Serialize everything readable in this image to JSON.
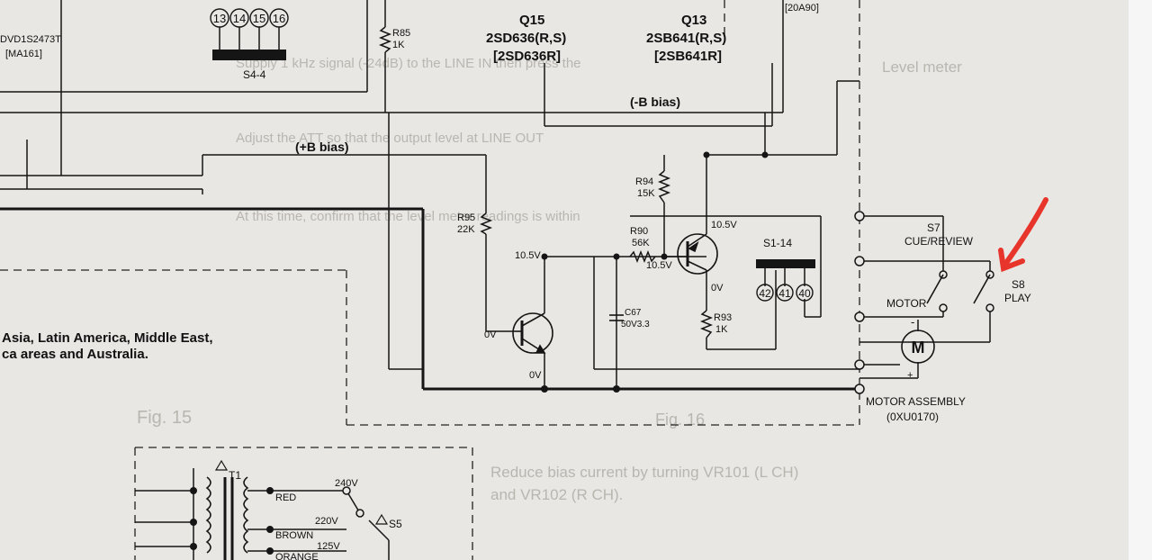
{
  "schematic": {
    "transistors": {
      "q15": {
        "ref": "Q15",
        "part": "2SD636(R,S)",
        "alt": "[2SD636R]"
      },
      "q13": {
        "ref": "Q13",
        "part": "2SB641(R,S)",
        "alt": "[2SB641R]"
      }
    },
    "bias": {
      "neg": "(-B bias)",
      "pos": "(+B bias)"
    },
    "resistors": {
      "r85": {
        "ref": "R85",
        "val": "1K"
      },
      "r94": {
        "ref": "R94",
        "val": "15K"
      },
      "r95": {
        "ref": "R95",
        "val": "22K"
      },
      "r90": {
        "ref": "R90",
        "val": "56K"
      },
      "r93": {
        "ref": "R93",
        "val": "1K"
      }
    },
    "capacitor": {
      "ref": "C67",
      "val": "50V3.3"
    },
    "voltages": {
      "v105": "10.5V",
      "v0": "0V"
    },
    "switches": {
      "s44": "S4-4",
      "s114": "S1-14",
      "s7_ref": "S7",
      "s7_name": "CUE/REVIEW",
      "s8_ref": "S8",
      "s8_name": "PLAY",
      "s5": "S5"
    },
    "pins": {
      "p13": "13",
      "p14": "14",
      "p15": "15",
      "p16": "16",
      "p42": "42",
      "p41": "41",
      "p40": "40"
    },
    "motor": {
      "label": "MOTOR",
      "symbol": "M",
      "assembly": "MOTOR ASSEMBLY",
      "part": "(0XU0170)",
      "minus": "-",
      "plus": "+"
    },
    "diode": {
      "part": "DVD1S2473T",
      "alt": "[MA161]"
    },
    "top_right_part": "[20A90]",
    "region_note": {
      "line1": "Asia, Latin America, Middle East,",
      "line2": "ca areas and Australia."
    },
    "transformer": {
      "ref": "T1",
      "wires": [
        "RED",
        "BROWN",
        "ORANGE"
      ],
      "taps": [
        "240V",
        "220V",
        "125V"
      ]
    }
  },
  "ghost_text": {
    "level_meter": "Level meter",
    "fig15": "Fig. 15",
    "fig16": "Fig. 16",
    "step2": "Supply 1 kHz signal (-24dB) to the LINE IN then press the",
    "step3": "Adjust the ATT so that the output level at LINE OUT",
    "step4": "At this time, confirm that the level meter readings is within",
    "adjust": "Reduce bias current by turning VR101 (L CH)",
    "adjust2": "and VR102 (R CH)."
  },
  "colors": {
    "ink": "#151515",
    "paper": "#e9e7e3",
    "arrow": "#e8352b",
    "ghost": "#b9b6b0"
  }
}
